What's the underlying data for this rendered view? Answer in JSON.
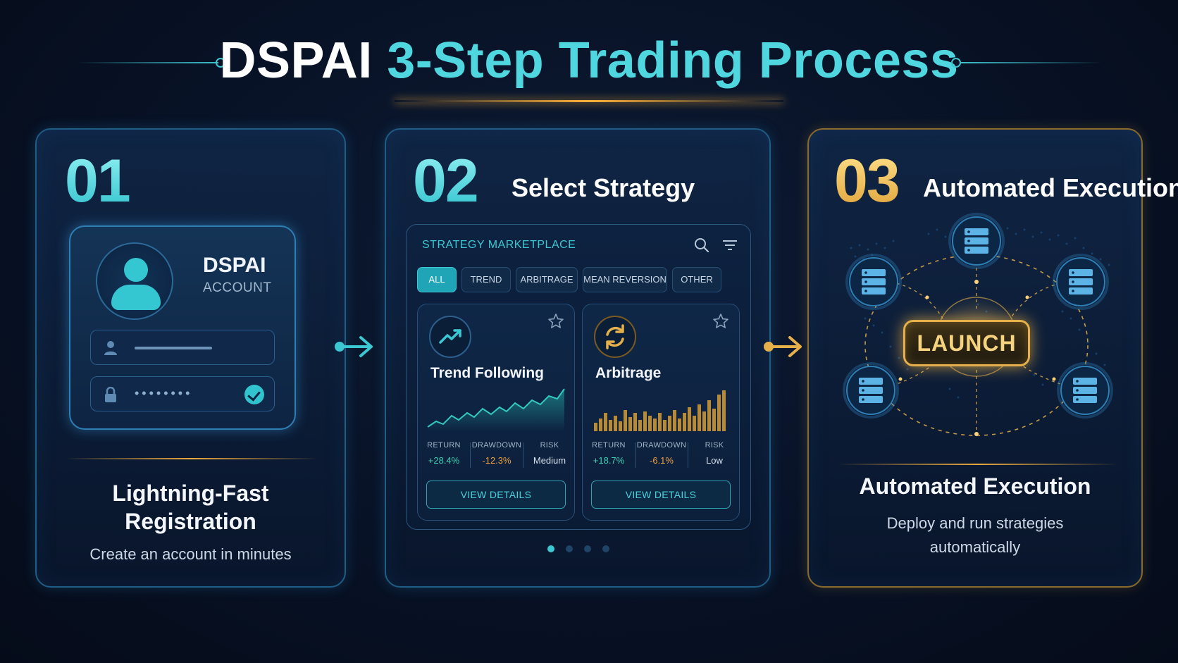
{
  "header": {
    "title_part1": "DSPAI",
    "title_part2": "3-Step Trading Process"
  },
  "step1": {
    "number": "01",
    "account_brand": "DSPAI",
    "account_label": "ACCOUNT",
    "password_mask": "••••••••",
    "heading_line1": "Lightning-Fast",
    "heading_line2": "Registration",
    "description": "Create an account in minutes"
  },
  "step2": {
    "number": "02",
    "title": "Select Strategy",
    "marketplace_title": "STRATEGY MARKETPLACE",
    "tabs": [
      "ALL",
      "TREND",
      "ARBITRAGE",
      "MEAN REVERSION",
      "OTHER"
    ],
    "active_tab": "ALL",
    "strategies": [
      {
        "name": "Trend Following",
        "return_label": "RETURN",
        "return_value": "+28.4%",
        "drawdown_label": "DRAWDOWN",
        "drawdown_value": "-12.3%",
        "risk_label": "RISK",
        "risk_value": "Medium",
        "button_label": "VIEW DETAILS",
        "icon": "trend-up-icon"
      },
      {
        "name": "Arbitrage",
        "return_label": "RETURN",
        "return_value": "+18.7%",
        "drawdown_label": "DRAWDOWN",
        "drawdown_value": "-6.1%",
        "risk_label": "RISK",
        "risk_value": "Low",
        "button_label": "VIEW DETAILS",
        "icon": "refresh-icon"
      }
    ],
    "pager": {
      "pages": 4,
      "current": 1
    }
  },
  "step3": {
    "number": "03",
    "title": "Automated Execution",
    "launch_label": "LAUNCH",
    "heading": "Automated Execution",
    "description_line1": "Deploy and run strategies",
    "description_line2": "automatically"
  },
  "colors": {
    "teal": "#3cc8d2",
    "gold": "#e6b04a",
    "background": "#081226",
    "positive": "#3ed0b0",
    "negative": "#f0a040"
  }
}
